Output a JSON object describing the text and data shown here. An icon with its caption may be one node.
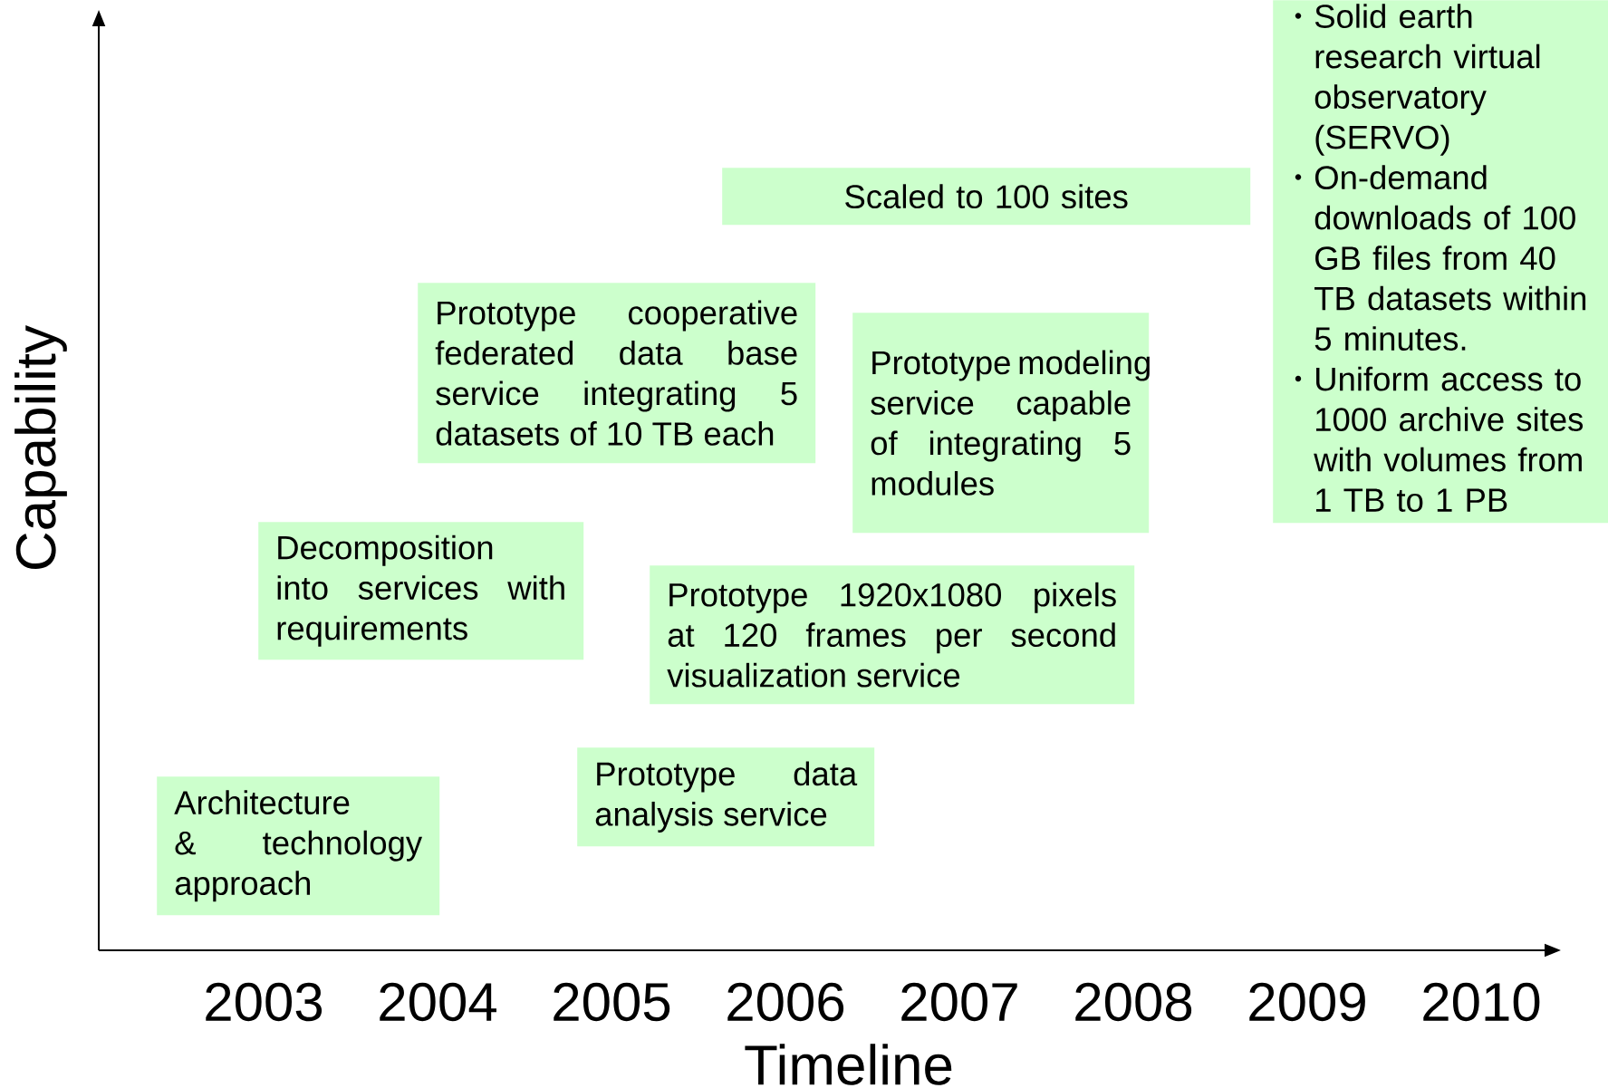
{
  "diagram": {
    "nodes": [
      {
        "text": [
          "Architecture & technology approach"
        ]
      },
      {
        "text": [
          "Prototype data analysis service"
        ]
      },
      {
        "text": [
          "Decomposition into services with requirements"
        ]
      },
      {
        "text": [
          "Prototype 1920x1080 pixels at 120 frames per second visualization service"
        ]
      },
      {
        "text": [
          "Prototype cooperative federated data base service integrating 5 datasets of 10 TB each"
        ]
      },
      {
        "text": [
          "Prototype modeling service capable of integrating 5 modules"
        ]
      },
      {
        "text": [
          "Scaled to 100 sites"
        ]
      },
      {
        "text": [
          "Solid earth research virtual observatory (SERVO)",
          "On-demand downloads of 100 GB files from 40 TB datasets within 5 minutes.",
          "Uniform access to 1000 archive sites with volumes from 1 TB to 1 PB"
        ]
      }
    ],
    "labels": [
      "Capability",
      "2003",
      "2004",
      "2005",
      "2006",
      "2007",
      "2008",
      "2009",
      "2010",
      "Timeline"
    ]
  }
}
